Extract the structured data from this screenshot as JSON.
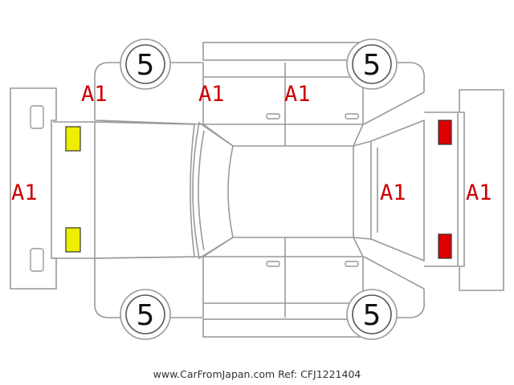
{
  "colors": {
    "damage_text": "#cc0000",
    "front_lamp": "#eeee00",
    "rear_lamp": "#dd0000",
    "outline": "#999999"
  },
  "wheels": {
    "front_left": "5",
    "rear_left": "5",
    "front_right": "5",
    "rear_right": "5"
  },
  "damage_codes": {
    "front_bumper": "A1",
    "front_left_fender": "A1",
    "front_left_door": "A1",
    "rear_left_door": "A1",
    "rear_window": "A1",
    "rear_bumper": "A1"
  },
  "footer": {
    "site": "www.CarFromJapan.com",
    "ref": "Ref: CFJ1221404"
  }
}
